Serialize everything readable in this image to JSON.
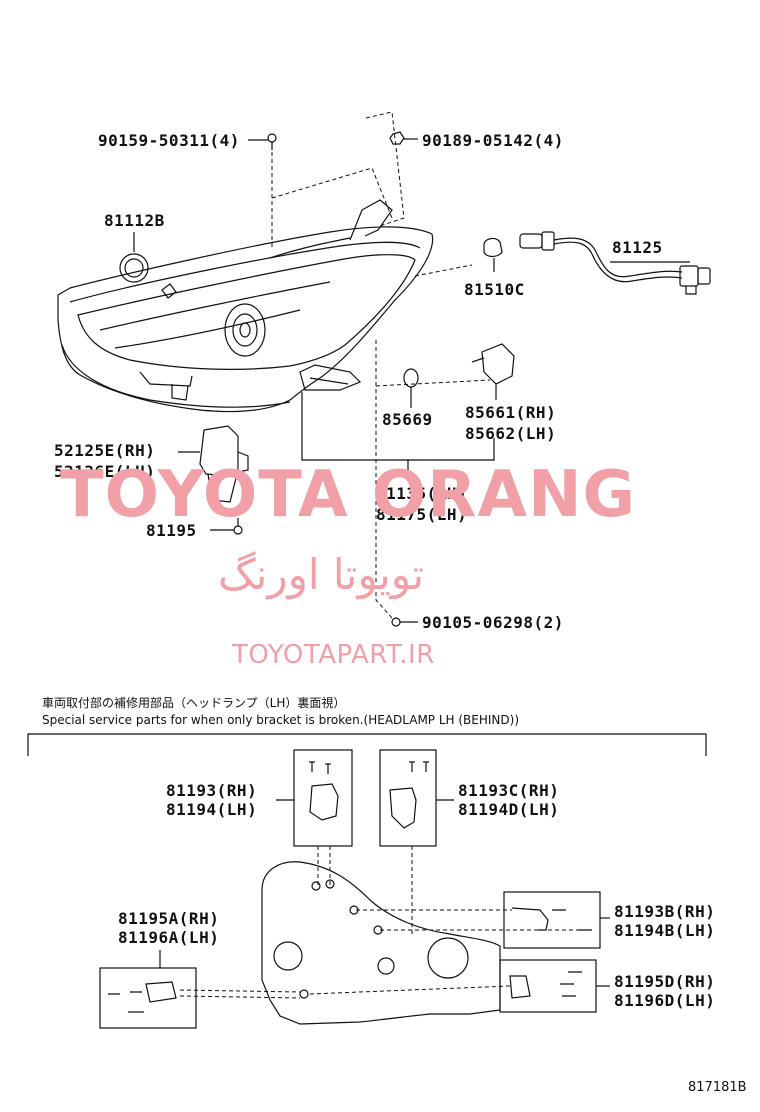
{
  "top_parts": {
    "p90159": "90159-50311(4)",
    "p90189": "90189-05142(4)",
    "p81112b": "81112B",
    "p81125": "81125",
    "p81510c": "81510C",
    "p85669": "85669",
    "p85661": "85661(RH)",
    "p85662": "85662(LH)",
    "p52125e": "52125E(RH)",
    "p52126e": "52126E(LH)",
    "p81135": "81135(RH)",
    "p81175": "81175(LH)",
    "p81195": "81195",
    "p90105": "90105-06298(2)"
  },
  "watermark": {
    "brand": "TOYOTA ORANG",
    "farsi": "تویوتا اورنگ",
    "site": "TOYOTAPART.IR"
  },
  "service_note": {
    "jp": "車両取付部の補修用部品（ヘッドランプ（LH）裏面視）",
    "en": "Special service parts for when only bracket is broken.(HEADLAMP LH (BEHIND))"
  },
  "bottom_parts": {
    "p81193": "81193(RH)",
    "p81194": "81194(LH)",
    "p81193c": "81193C(RH)",
    "p81194d": "81194D(LH)",
    "p81195a": "81195A(RH)",
    "p81196a": "81196A(LH)",
    "p81193b": "81193B(RH)",
    "p81194b": "81194B(LH)",
    "p81195d": "81195D(RH)",
    "p81196d": "81196D(LH)"
  },
  "figure_id": "817181B"
}
